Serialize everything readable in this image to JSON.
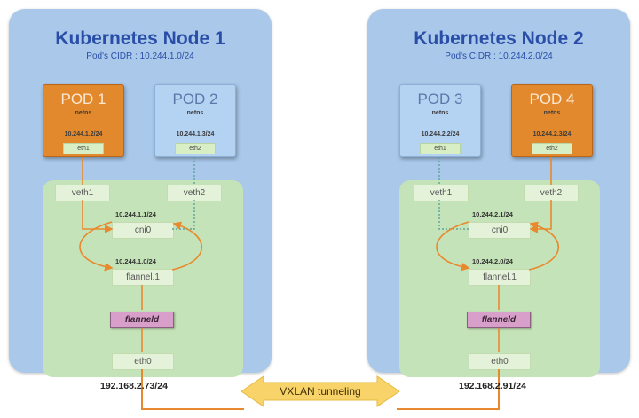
{
  "nodes": [
    {
      "title": "Kubernetes Node 1",
      "cidr": "Pod's CIDR : 10.244.1.0/24",
      "pods": [
        {
          "name": "POD 1",
          "netns": "netns",
          "ip": "10.244.1.2/24",
          "eth": "eth1",
          "style": "orange"
        },
        {
          "name": "POD 2",
          "netns": "netns",
          "ip": "10.244.1.3/24",
          "eth": "eth2",
          "style": "blue"
        }
      ],
      "veths": [
        "veth1",
        "veth2"
      ],
      "cni_ip": "10.244.1.1/24",
      "cni": "cni0",
      "flannel_ip": "10.244.1.0/24",
      "flannel": "flannel.1",
      "flanneld": "flanneld",
      "eth0": "eth0",
      "host_ip": "192.168.2.73/24"
    },
    {
      "title": "Kubernetes Node 2",
      "cidr": "Pod's CIDR : 10.244.2.0/24",
      "pods": [
        {
          "name": "POD 3",
          "netns": "netns",
          "ip": "10.244.2.2/24",
          "eth": "eth1",
          "style": "blue"
        },
        {
          "name": "POD 4",
          "netns": "netns",
          "ip": "10.244.2.3/24",
          "eth": "eth2",
          "style": "orange"
        }
      ],
      "veths": [
        "veth1",
        "veth2"
      ],
      "cni_ip": "10.244.2.1/24",
      "cni": "cni0",
      "flannel_ip": "10.244.2.0/24",
      "flannel": "flannel.1",
      "flanneld": "flanneld",
      "eth0": "eth0",
      "host_ip": "192.168.2.91/24"
    }
  ],
  "tunnel": {
    "label": "VXLAN tunneling"
  },
  "colors": {
    "wire_active": "#e8892e",
    "wire_inactive": "#5aa3a0",
    "node_bg": "#a9c8ea",
    "netns_bg": "#c5e3b8",
    "tunnel_fill": "#f7d36a",
    "flanneld_bg": "#d89fca"
  }
}
